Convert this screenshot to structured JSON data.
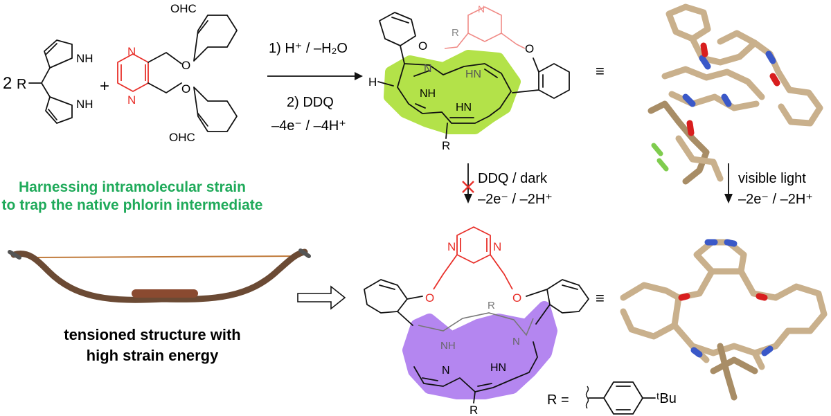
{
  "reaction": {
    "coefficient": "2",
    "r_group": "R",
    "plus": "+",
    "nh_label": "NH",
    "cho_label": "OHC",
    "n_label": "N",
    "o_label": "O",
    "step1": "1) H⁺ / –H₂O",
    "step2": "2) DDQ",
    "step3": "–4e⁻ / –4H⁺",
    "h_label": "H",
    "hn_label": "HN",
    "equiv": "≡",
    "ddq_dark": "DDQ / dark",
    "ddq_dark_loss": "–2e⁻ / –2H⁺",
    "visible_light": "visible light",
    "visible_light_loss": "–2e⁻ / –2H⁺",
    "r_def_prefix": "R =",
    "r_def_group": "ᵗBu"
  },
  "caption": {
    "line1": "Harnessing intramolecular strain",
    "line2": "to trap the native phlorin intermediate",
    "color": "#1faa5a"
  },
  "bow": {
    "line1": "tensioned structure with",
    "line2": "high strain energy"
  },
  "colors": {
    "pyrazine": "#e8302a",
    "phlorin_highlight": "#a6dd2a",
    "product_highlight": "#a872ee",
    "stick_carbon": "#c9b08c",
    "stick_nitrogen": "#3a58c8",
    "stick_oxygen": "#d81e1e"
  }
}
